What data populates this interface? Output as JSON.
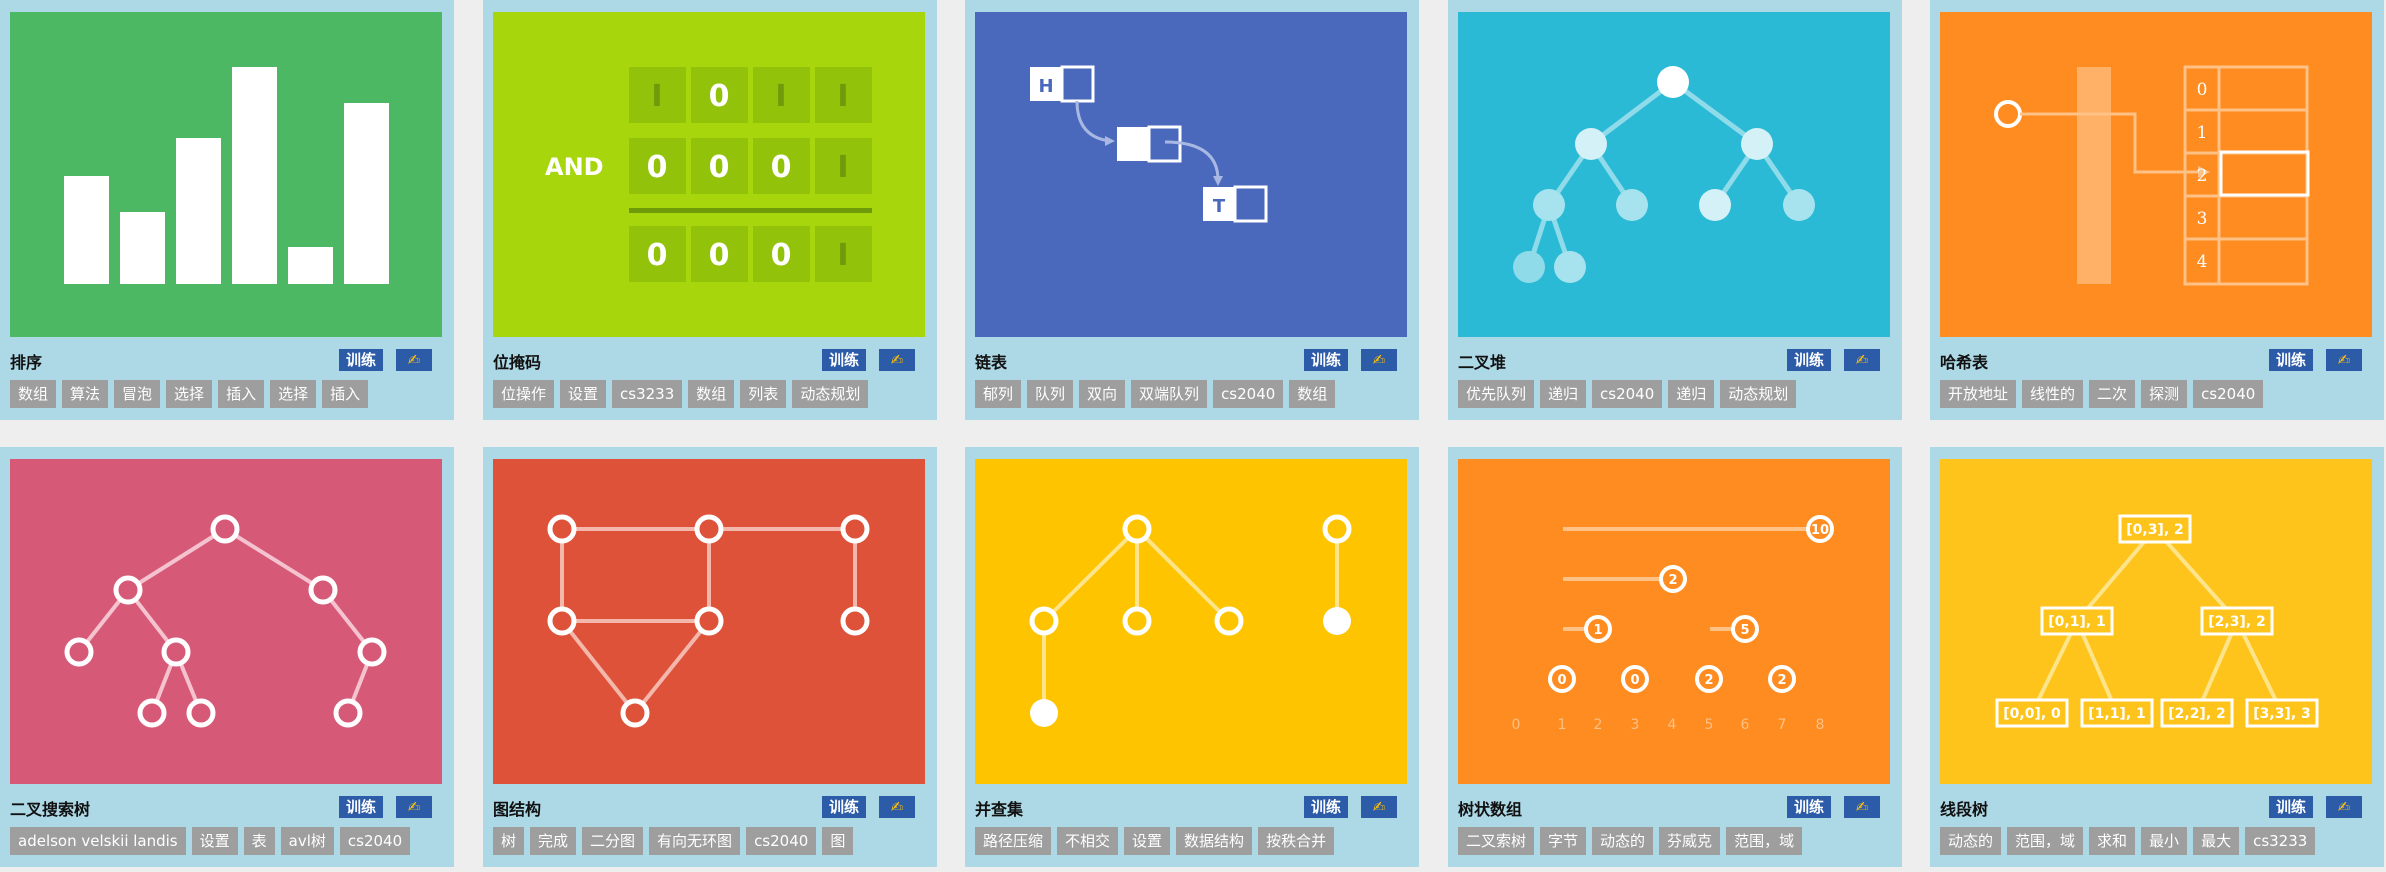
{
  "cards": [
    {
      "title": "排序",
      "train": "训练",
      "edit": "✍",
      "tags": [
        "数组",
        "算法",
        "冒泡",
        "选择",
        "插入",
        "选择",
        "插入"
      ]
    },
    {
      "title": "位掩码",
      "train": "训练",
      "edit": "✍",
      "tags": [
        "位操作",
        "设置",
        "cs3233",
        "数组",
        "列表",
        "动态规划"
      ],
      "thumb": {
        "and": "AND",
        "row1": [
          "I",
          "0",
          "I",
          "I"
        ],
        "row2": [
          "0",
          "0",
          "0",
          "I"
        ],
        "row3": [
          "0",
          "0",
          "0",
          "I"
        ]
      }
    },
    {
      "title": "链表",
      "train": "训练",
      "edit": "✍",
      "tags": [
        "郁列",
        "队列",
        "双向",
        "双端队列",
        "cs2040",
        "数组"
      ],
      "thumb": {
        "head": "H",
        "tail": "T"
      }
    },
    {
      "title": "二叉堆",
      "train": "训练",
      "edit": "✍",
      "tags": [
        "优先队列",
        "递归",
        "cs2040",
        "递归",
        "动态规划"
      ]
    },
    {
      "title": "哈希表",
      "train": "训练",
      "edit": "✍",
      "tags": [
        "开放地址",
        "线性的",
        "二次",
        "探测",
        "cs2040"
      ],
      "thumb": {
        "rows": [
          "0",
          "1",
          "2",
          "3",
          "4"
        ]
      }
    },
    {
      "title": "二叉搜索树",
      "train": "训练",
      "edit": "✍",
      "tags": [
        "adelson velskii landis",
        "设置",
        "表",
        "avl树",
        "cs2040"
      ]
    },
    {
      "title": "图结构",
      "train": "训练",
      "edit": "✍",
      "tags": [
        "树",
        "完成",
        "二分图",
        "有向无环图",
        "cs2040",
        "图"
      ]
    },
    {
      "title": "并查集",
      "train": "训练",
      "edit": "✍",
      "tags": [
        "路径压缩",
        "不相交",
        "设置",
        "数据结构",
        "按秩合并"
      ]
    },
    {
      "title": "树状数组",
      "train": "训练",
      "edit": "✍",
      "tags": [
        "二叉索树",
        "字节",
        "动态的",
        "芬威克",
        "范围，域"
      ],
      "thumb": {
        "n10": "10",
        "n2": "2",
        "n1": "1",
        "n5": "5",
        "z1": "0",
        "z2": "0",
        "t1": "2",
        "t2": "2",
        "axis": [
          "0",
          "1",
          "2",
          "3",
          "4",
          "5",
          "6",
          "7",
          "8"
        ]
      }
    },
    {
      "title": "线段树",
      "train": "训练",
      "edit": "✍",
      "tags": [
        "动态的",
        "范围，域",
        "求和",
        "最小",
        "最大",
        "cs3233"
      ],
      "thumb": {
        "root": "[0,3], 2",
        "l": "[0,1], 1",
        "r": "[2,3], 2",
        "ll": "[0,0], 0",
        "lr": "[1,1], 1",
        "rl": "[2,2], 2",
        "rr": "[3,3], 3"
      }
    }
  ],
  "colors": {
    "sort": "#4db864",
    "bitmask": "#a6d60b",
    "list": "#4a69bd",
    "heap": "#2bbad5",
    "hash": "#fe8c21",
    "bst": "#d65a77",
    "graph": "#de523a",
    "ufds": "#fec400",
    "fenwick": "#fe8c21",
    "segtree": "#fec41b",
    "button": "#2c5ba8",
    "tag": "#9e9e9e"
  }
}
